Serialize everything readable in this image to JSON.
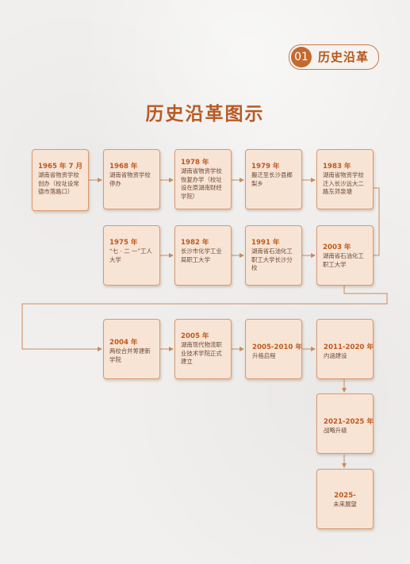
{
  "section": {
    "number": "01",
    "title": "历史沿革"
  },
  "title": "历史沿革图示",
  "colors": {
    "accent": "#c36a30",
    "node_fill": "#f8e4d5",
    "node_border": "#d89a70",
    "line": "#c98a5e"
  },
  "rows": [
    [
      {
        "year": "1965 年 7 月",
        "desc": "湖南省物资学校创办（校址设常德市落路口）"
      },
      {
        "year": "1968 年",
        "desc": "湖南省物资学校停办"
      },
      {
        "year": "1978 年",
        "desc": "湖南省物资学校恢复办学（校址设在原湖南财经学院）"
      },
      {
        "year": "1979 年",
        "desc": "搬迁至长沙县榔梨乡"
      },
      {
        "year": "1983 年",
        "desc": "湖南省物资学校迁入长沙远大二路东郊泉塘"
      }
    ],
    [
      {
        "year": "1975 年",
        "desc": "“七 · 二 一”工人大学"
      },
      {
        "year": "1982 年",
        "desc": "长沙市化学工业局职工大学"
      },
      {
        "year": "1991 年",
        "desc": "湖南省石油化工职工大学长沙分校"
      },
      {
        "year": "2003 年",
        "desc": "湖南省石油化工职工大学"
      }
    ],
    [
      {
        "year": "2004 年",
        "desc": "两校合并筹建新学院"
      },
      {
        "year": "2005 年",
        "desc": "湖南现代物流职业技术学院正式建立"
      },
      {
        "year": "2005-2010 年",
        "desc": "升格启程"
      },
      {
        "year": "2011-2020 年",
        "desc": "内涵建设"
      }
    ]
  ],
  "column": [
    {
      "year": "2021-2025 年",
      "desc": "战略升级"
    },
    {
      "year": "2025-",
      "desc": "未来展望"
    }
  ]
}
